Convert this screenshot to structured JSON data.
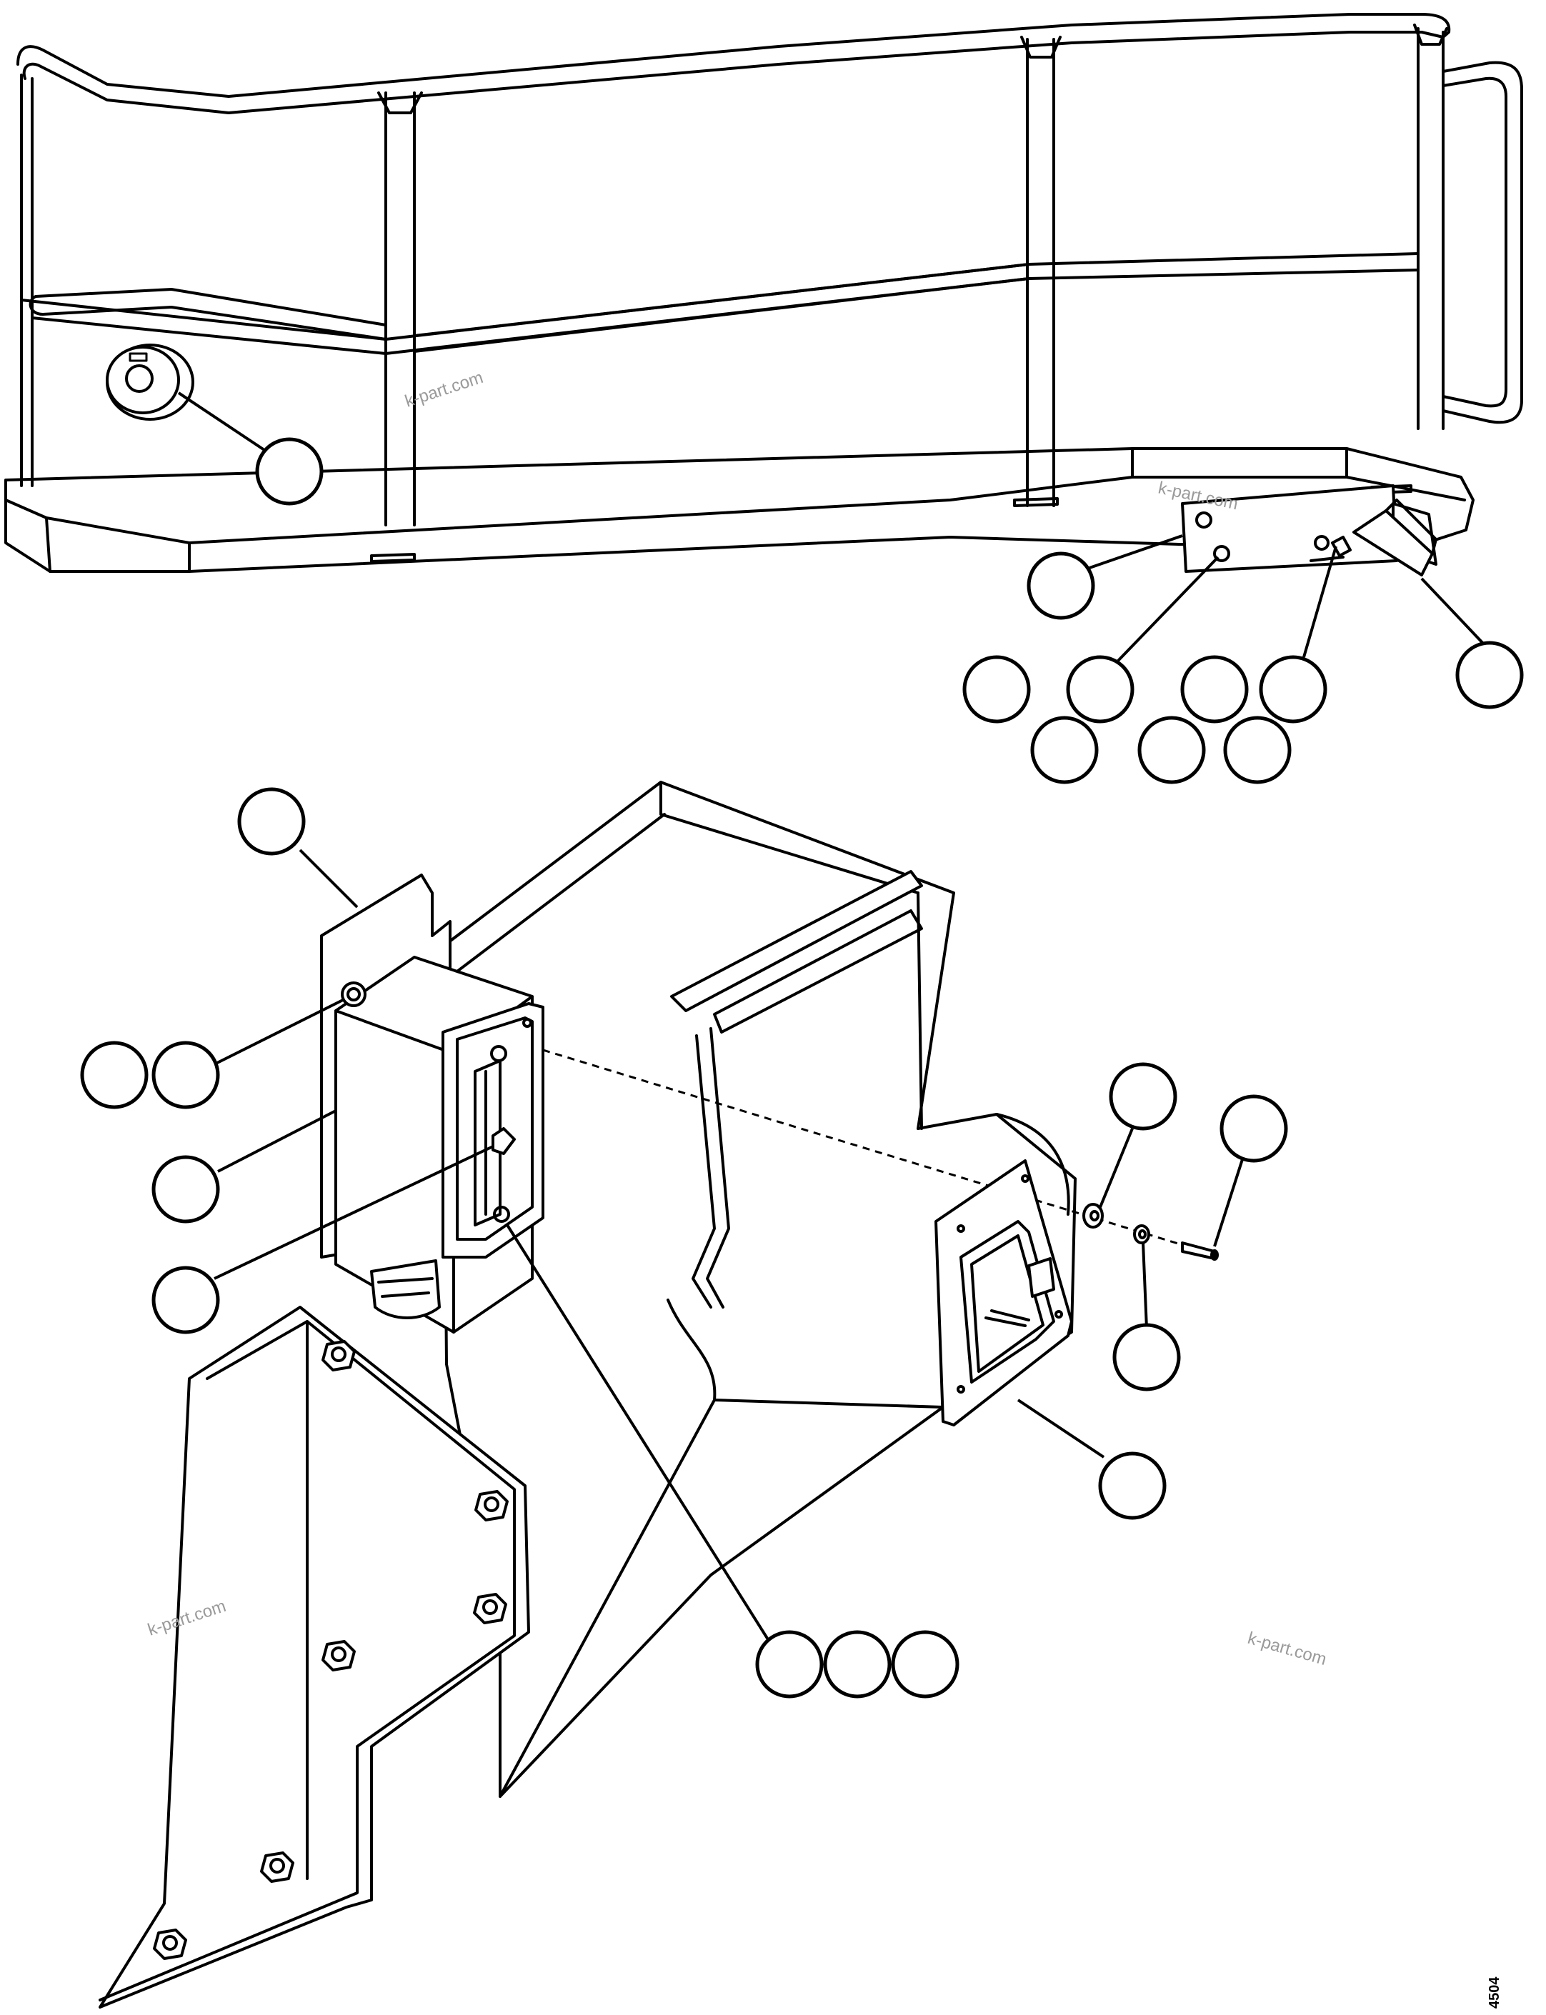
{
  "watermarks": [
    "k-part.com",
    "k-part.com",
    "k-part.com",
    "k-part.com"
  ],
  "figure_code": "4504",
  "callouts": {
    "count": 22,
    "labels": [
      "",
      "",
      "",
      "",
      "",
      "",
      "",
      "",
      "",
      "",
      "",
      "",
      "",
      "",
      "",
      "",
      "",
      "",
      "",
      "",
      "",
      ""
    ]
  },
  "assemblies": [
    "guardrail-platform",
    "cab-light-switch-box"
  ]
}
